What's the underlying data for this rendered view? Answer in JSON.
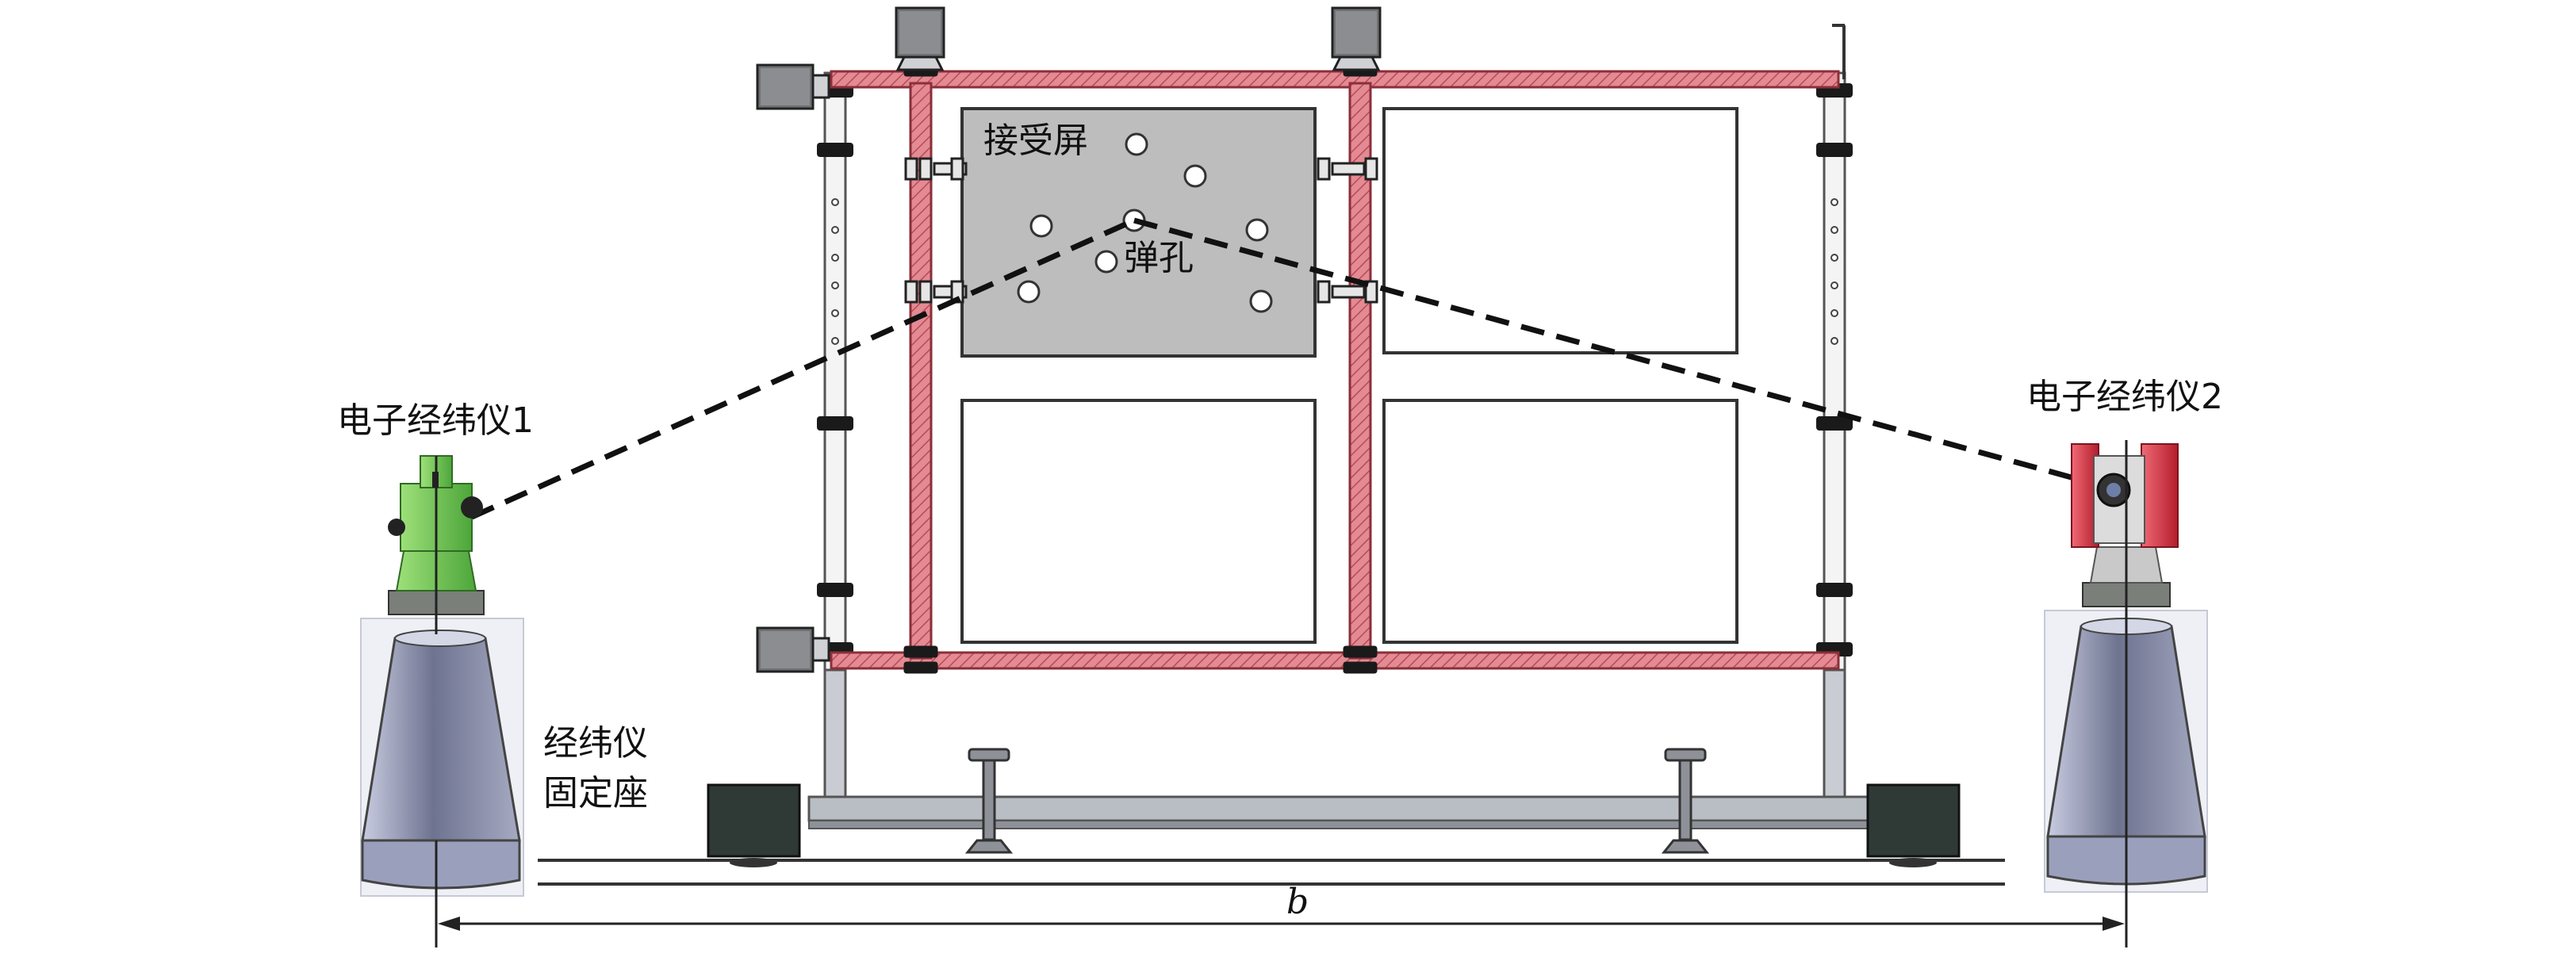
{
  "labels": {
    "theodolite_1": "电子经纬仪1",
    "theodolite_2": "电子经纬仪2",
    "receiving_screen": "接受屏",
    "bullet_hole": "弹孔",
    "mount_line1": "经纬仪",
    "mount_line2": "固定座",
    "distance": "b"
  },
  "colors": {
    "frame_red": "#d9757e",
    "frame_red_dark": "#b84a56",
    "screen_gray": "#bdbdbd",
    "theodolite1_green": "#7ecf5a",
    "theodolite2_red": "#d8303f",
    "mount_gray": "#8a8fa8",
    "mount_dark": "#5b6078",
    "box_dark": "#2f3a36"
  }
}
